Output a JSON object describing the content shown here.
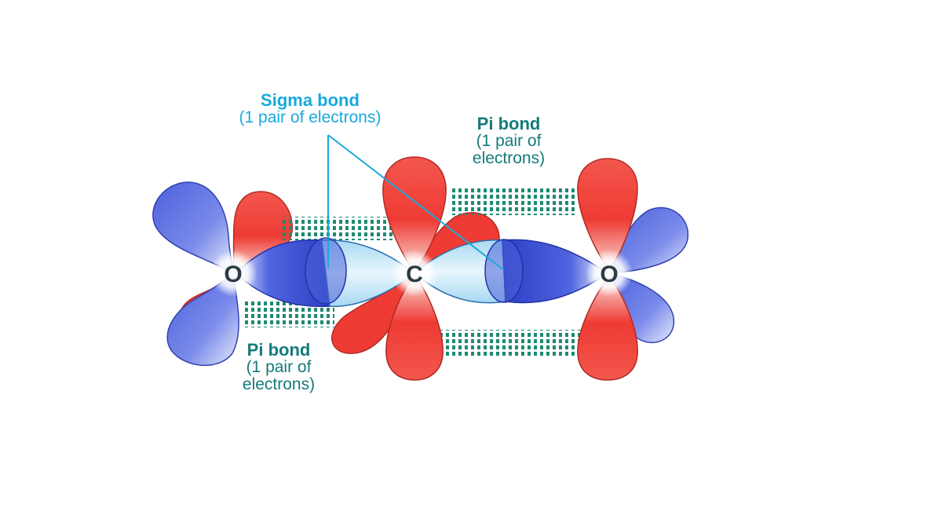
{
  "colors": {
    "sigma_label": "#1aa9dc",
    "pi_label": "#157a7a",
    "red_lobe": "#ee3b34",
    "blue_lobe": "#5a6ee2",
    "light_blue": "#cfeaf8",
    "pi_dash": "#1e8a70",
    "leader_line": "#1aa9dc"
  },
  "labels": {
    "sigma": {
      "title": "Sigma bond",
      "sub": "(1 pair of electrons)"
    },
    "pi_top": {
      "title": "Pi bond",
      "sub_lines": [
        "(1 pair of",
        "electrons)"
      ]
    },
    "pi_bottom": {
      "title": "Pi bond",
      "sub_lines": [
        "(1 pair of",
        "electrons)"
      ]
    }
  },
  "atoms": [
    {
      "symbol": "O",
      "role": "left-oxygen"
    },
    {
      "symbol": "C",
      "role": "carbon"
    },
    {
      "symbol": "O",
      "role": "right-oxygen"
    }
  ]
}
